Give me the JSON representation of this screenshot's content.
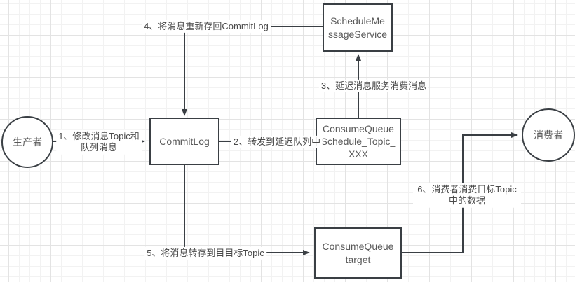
{
  "nodes": {
    "producer": {
      "label": "生产者"
    },
    "commitlog": {
      "label": "CommitLog"
    },
    "schedule_service": {
      "label": "ScheduleMe\nssageService"
    },
    "consumequeue_schedule": {
      "label": "ConsumeQueue\nSchedule_Topic_\nXXX"
    },
    "consumequeue_target": {
      "label": "ConsumeQueue\ntarget"
    },
    "consumer": {
      "label": "消费者"
    }
  },
  "edges": {
    "step1": {
      "label": "1、修改消息Topic和\n队列消息"
    },
    "step2": {
      "label": "2、转发到延迟队列中"
    },
    "step3": {
      "label": "3、延迟消息服务消费消息"
    },
    "step4": {
      "label": "4、将消息重新存回CommitLog"
    },
    "step5": {
      "label": "5、将消息转存到目目标Topic"
    },
    "step6": {
      "label": "6、消费者消费目标Topic中的数据"
    }
  },
  "colors": {
    "line": "#3a3f44",
    "box_text": "#595959",
    "label_text": "#4a4a4a",
    "grid_minor": "#f2f2f2",
    "grid_major": "#e3e3e3",
    "background": "#ffffff"
  }
}
